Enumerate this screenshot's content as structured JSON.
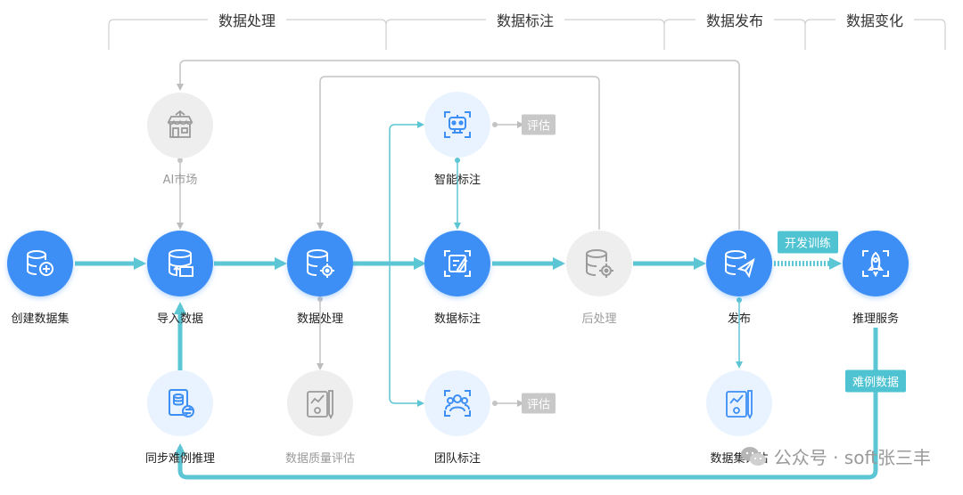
{
  "phases": [
    "数据处理",
    "数据标注",
    "数据发布",
    "数据变化"
  ],
  "nodes": {
    "create": "创建数据集",
    "import": "导入数据",
    "process": "数据处理",
    "annotate": "数据标注",
    "post": "后处理",
    "publish": "发布",
    "inference": "推理服务",
    "market": "AI市场",
    "smart": "智能标注",
    "team": "团队标注",
    "sync": "同步难例推理",
    "quality": "数据质量评估",
    "dseval": "数据集评估"
  },
  "tags": {
    "train": "开发训练",
    "hard": "难例数据",
    "eval1": "评估",
    "eval2": "评估"
  },
  "watermark": "公众号 · soft张三丰",
  "colors": {
    "blue": "#3d8ff5",
    "teal": "#5cc6d4",
    "grey": "#c8c8c8"
  }
}
